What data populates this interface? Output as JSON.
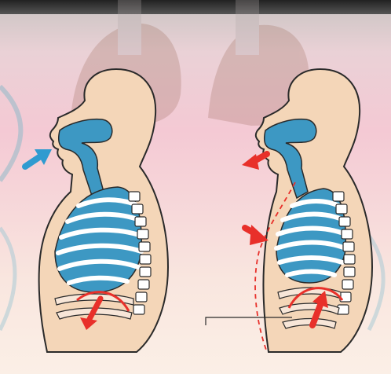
{
  "figure": {
    "panels": [
      {
        "phase": "inhalation",
        "airflow": "in",
        "diaphragm": "contracts-down"
      },
      {
        "phase": "exhalation",
        "airflow": "out",
        "diaphragm": "relaxes-up"
      }
    ]
  },
  "colors": {
    "airway": "#3d98c3",
    "ribs_lungs": "#3d98c3",
    "skin": "#f4d6b8",
    "outline": "#2a2a2a",
    "arrow_in": "#2f9bd0",
    "arrow_out": "#e8302a",
    "diaphragm": "#e8302a",
    "background_top": "#f3c9d3",
    "background_bottom": "#fbeee4"
  }
}
